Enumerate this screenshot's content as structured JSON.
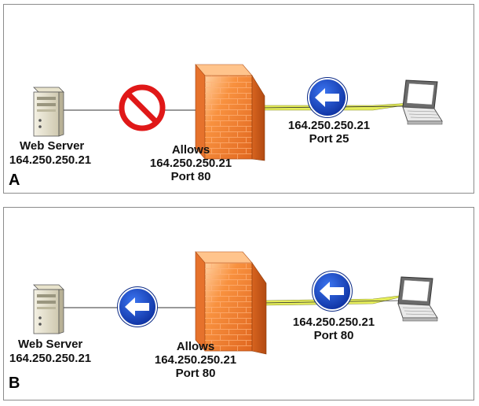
{
  "panels": [
    {
      "letter": "A",
      "server": {
        "name": "Web Server",
        "ip": "164.250.250.21"
      },
      "firewall": {
        "rule": "Allows",
        "ip": "164.250.250.21",
        "port": "Port 80"
      },
      "request": {
        "ip": "164.250.250.21",
        "port": "Port 25"
      },
      "result": "blocked",
      "icons": [
        "server-icon",
        "no-entry-icon",
        "firewall-icon",
        "arrow-left-sign-icon",
        "laptop-icon"
      ]
    },
    {
      "letter": "B",
      "server": {
        "name": "Web Server",
        "ip": "164.250.250.21"
      },
      "firewall": {
        "rule": "Allows",
        "ip": "164.250.250.21",
        "port": "Port 80"
      },
      "request": {
        "ip": "164.250.250.21",
        "port": "Port 80"
      },
      "result": "allowed",
      "icons": [
        "server-icon",
        "arrow-left-sign-icon",
        "firewall-icon",
        "arrow-left-sign-icon",
        "laptop-icon"
      ]
    }
  ],
  "colors": {
    "firewall": "#f08030",
    "firewall_dark": "#c4561a",
    "no_entry_red": "#e01818",
    "arrow_blue": "#1a48c8",
    "packet_line": "#e6ee5a"
  }
}
